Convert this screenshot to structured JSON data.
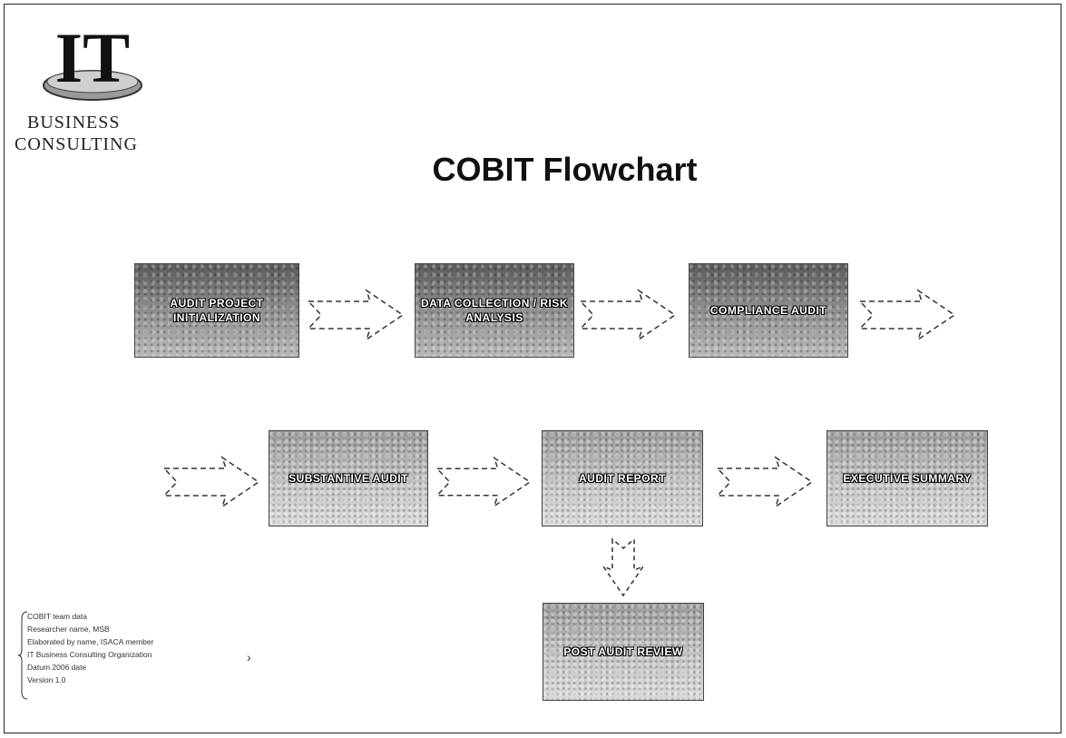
{
  "logo": {
    "mark_text": "IT",
    "line1": "BUSINESS",
    "line2": "CONSULTING"
  },
  "title": "COBIT Flowchart",
  "steps": {
    "audit_init": "AUDIT PROJECT INITIALIZATION",
    "data_collection": "DATA COLLECTION / RISK ANALYSIS",
    "compliance": "COMPLIANCE AUDIT",
    "substantive": "SUBSTANTIVE AUDIT",
    "audit_report": "AUDIT REPORT",
    "executive_summary": "EXECUTIVE SUMMARY",
    "post_audit": "POST AUDIT REVIEW"
  },
  "note": {
    "lines": [
      "COBIT team data",
      "Researcher name, MSB",
      "Elaborated by name, ISACA member",
      "IT Business Consulting Organization",
      "Datum 2006 date",
      "Version 1.0"
    ]
  },
  "colors": {
    "box_dark": "#6e6e6e",
    "box_light": "#bdbdbd",
    "arrow": "#333333"
  }
}
